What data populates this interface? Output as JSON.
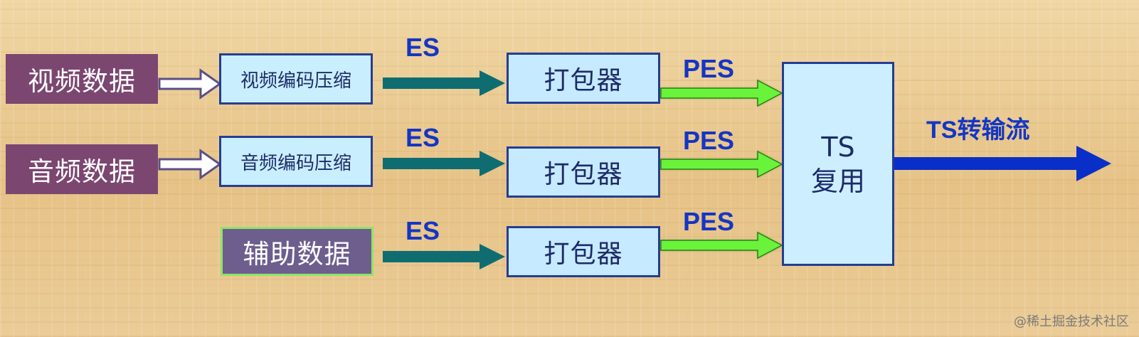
{
  "diagram": {
    "sources": {
      "video": "视频数据",
      "audio": "音频数据",
      "aux": "辅助数据"
    },
    "encoders": {
      "video": "视频编码压缩",
      "audio": "音频编码压缩"
    },
    "packers": {
      "top": "打包器",
      "middle": "打包器",
      "bottom": "打包器"
    },
    "mux": {
      "line1": "TS",
      "line2": "复用"
    },
    "stream_labels": {
      "es_top": "ES",
      "es_middle": "ES",
      "es_bottom": "ES",
      "pes_top": "PES",
      "pes_middle": "PES",
      "pes_bottom": "PES",
      "ts_output": "TS转输流"
    },
    "watermark": "@稀土掘金技术社区"
  },
  "colors": {
    "background": "#e9c98f",
    "source_box": "#7b4670",
    "aux_box": "#6e5e8e",
    "aux_border": "#8fe36a",
    "process_fill": "#c8ebff",
    "process_border": "#233d95",
    "es_arrow": "#0f6d72",
    "pes_arrow": "#69f43b",
    "output_arrow": "#0a2fc8",
    "label_blue": "#1535c4"
  }
}
